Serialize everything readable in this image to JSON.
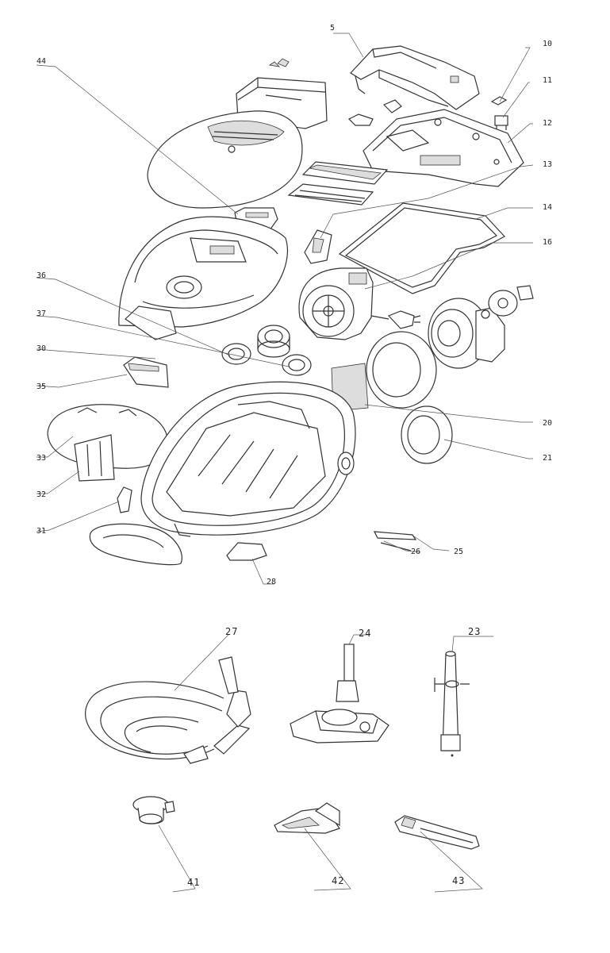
{
  "labels": {
    "p5": "5",
    "p10": "10",
    "p11": "11",
    "p12": "12",
    "p13": "13",
    "p14": "14",
    "p16": "16",
    "p44": "44",
    "p36": "36",
    "p37": "37",
    "p30": "30",
    "p35": "35",
    "p33": "33",
    "p32": "32",
    "p31": "31",
    "p20": "20",
    "p21": "21",
    "p26": "26",
    "p25": "25",
    "p28": "28",
    "p27": "27",
    "p24": "24",
    "p23": "23",
    "p41": "41",
    "p42": "42",
    "p43": "43"
  }
}
